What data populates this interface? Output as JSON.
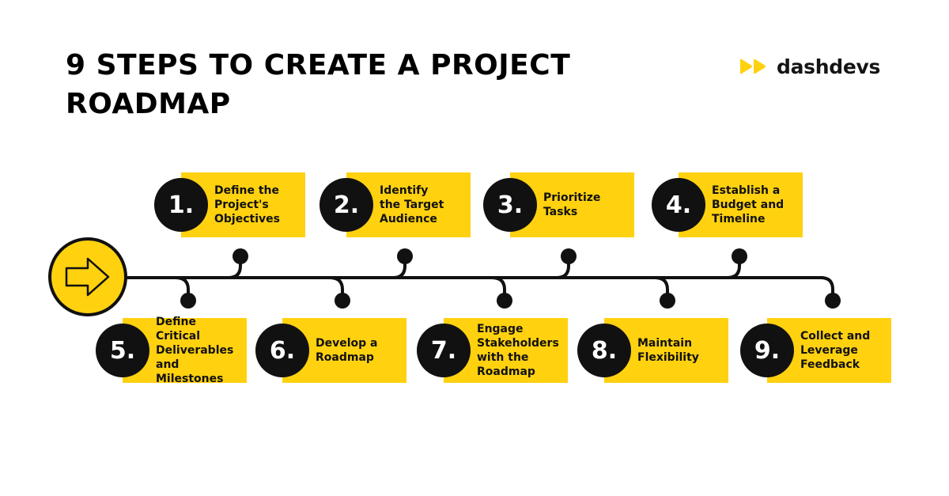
{
  "title": "9 STEPS TO CREATE A PROJECT ROADMAP",
  "brand": {
    "name": "dashdevs",
    "logo_icon": "double-play-icon",
    "logo_color": "#ffd10f"
  },
  "colors": {
    "accent": "#ffd10f",
    "line": "#111111",
    "circle": "#111111",
    "background": "#ffffff"
  },
  "start_icon": "arrow-right-icon",
  "steps": [
    {
      "number": "1.",
      "label": "Define the\nProject's\nObjectives"
    },
    {
      "number": "2.",
      "label": "Identify\nthe Target\nAudience"
    },
    {
      "number": "3.",
      "label": "Prioritize\nTasks"
    },
    {
      "number": "4.",
      "label": "Establish a\nBudget and\nTimeline"
    },
    {
      "number": "5.",
      "label": "Define Critical\nDeliverables\nand\nMilestones"
    },
    {
      "number": "6.",
      "label": "Develop a\nRoadmap"
    },
    {
      "number": "7.",
      "label": "Engage\nStakeholders\nwith the\nRoadmap"
    },
    {
      "number": "8.",
      "label": "Maintain\nFlexibility"
    },
    {
      "number": "9.",
      "label": "Collect and\nLeverage\nFeedback"
    }
  ]
}
